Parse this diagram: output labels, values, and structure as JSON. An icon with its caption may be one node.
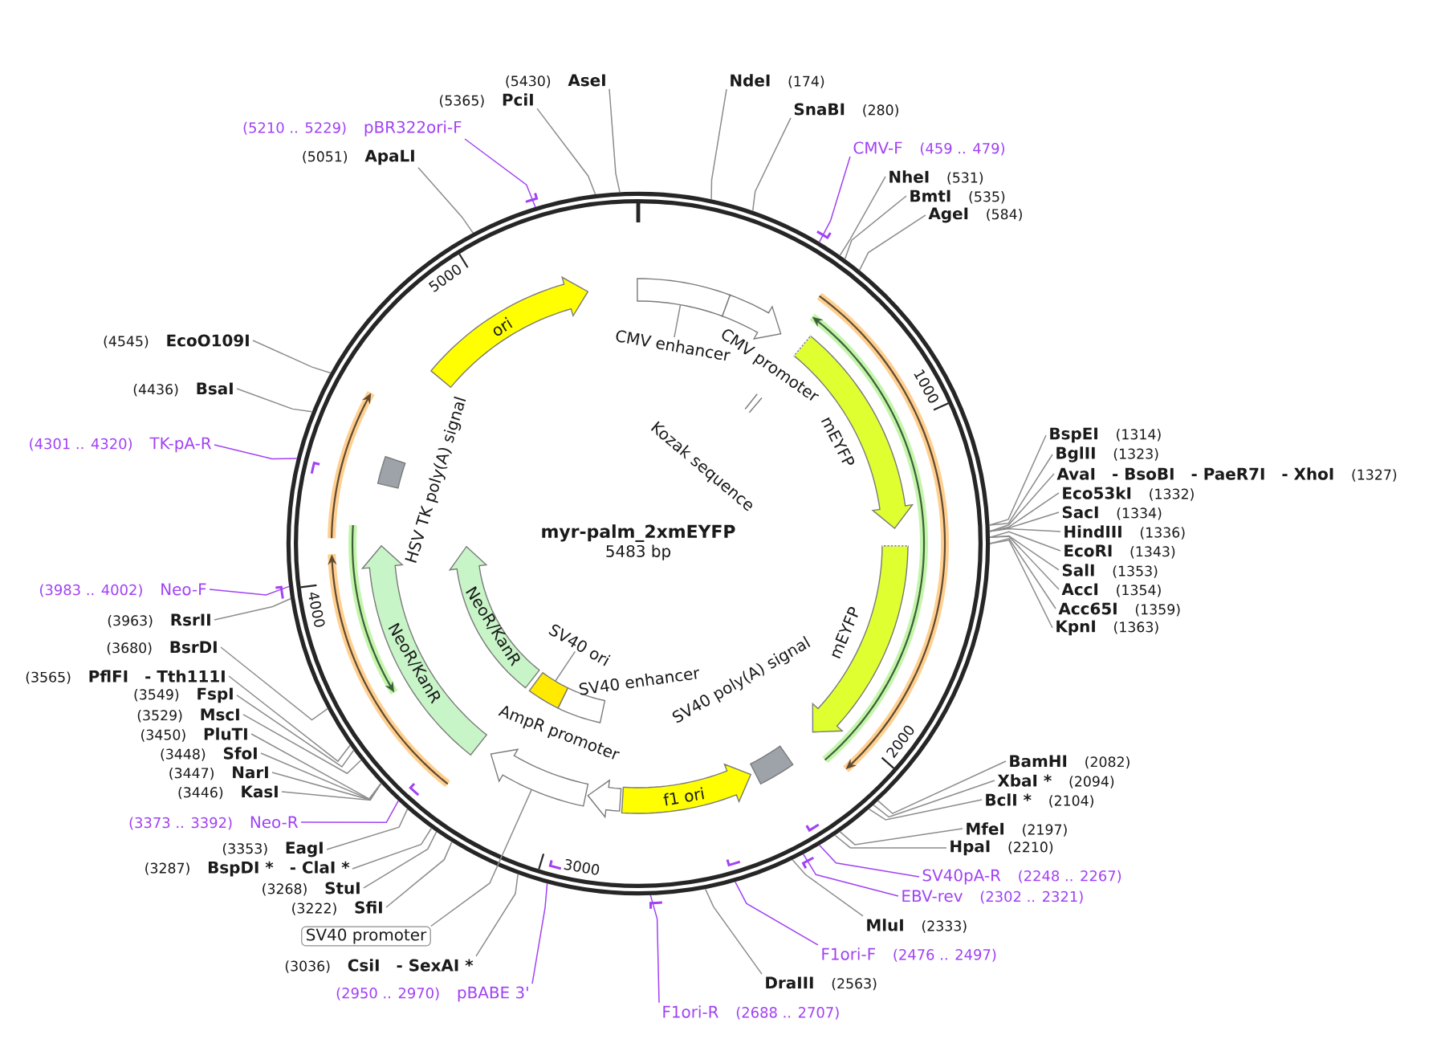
{
  "diagram": {
    "nodes": [
      {
        "text": [
          "myr-palm_2xmEYFP",
          "5483 bp"
        ]
      },
      {
        "text": [
          "CMV enhancer"
        ],
        "in": 0
      },
      {
        "text": [],
        "shape": "box",
        "in": 0
      },
      {
        "text": [
          "CMV promoter"
        ],
        "in": 0
      },
      {
        "text": [
          "Kozak sequence"
        ],
        "in": 0
      },
      {
        "text": [
          "mEYFP"
        ],
        "in": 0
      },
      {
        "text": [
          "mEYFP"
        ],
        "in": 0
      },
      {
        "text": [
          "SV40 poly(A) signal"
        ],
        "in": 0
      },
      {
        "text": [
          "f1 ori"
        ],
        "in": 0
      },
      {
        "text": [
          "AmpR promoter"
        ],
        "in": 0
      },
      {
        "text": [],
        "shape": "arrow",
        "in": 0
      },
      {
        "text": [
          "SV40 enhancer"
        ],
        "in": 0
      },
      {
        "text": [
          "SV40 ori"
        ],
        "in": 0
      },
      {
        "text": [],
        "shape": "box",
        "in": 0
      },
      {
        "text": [
          "NeoR/KanR"
        ],
        "in": 0
      },
      {
        "text": [
          "NeoR/KanR"
        ],
        "in": 0
      },
      {
        "text": [
          "HSV TK poly(A) signal"
        ],
        "in": 0
      },
      {
        "text": [
          "ori"
        ],
        "in": 0
      },
      {
        "text": [
          "NdeI"
        ],
        "beside": [
          "(174)"
        ]
      },
      {
        "text": [
          "SnaBI"
        ],
        "beside": [
          "(280)"
        ]
      },
      {
        "text": [
          "CMV-F"
        ],
        "beside": [
          "(459 .. 479)"
        ]
      },
      {
        "text": [
          "NheI"
        ],
        "beside": [
          "(531)"
        ]
      },
      {
        "text": [
          "BmtI"
        ],
        "beside": [
          "(535)"
        ]
      },
      {
        "text": [
          "AgeI"
        ],
        "beside": [
          "(584)"
        ]
      },
      {
        "text": [
          "BspEI"
        ],
        "beside": [
          "(1314)"
        ]
      },
      {
        "text": [
          "BglII"
        ],
        "beside": [
          "(1323)"
        ]
      },
      {
        "text": [
          "AvaI",
          "- BsoBI",
          "- PaeR7I",
          "- XhoI"
        ],
        "beside": [
          "(1327)"
        ]
      },
      {
        "text": [
          "Eco53kI"
        ],
        "beside": [
          "(1332)"
        ]
      },
      {
        "text": [
          "SacI"
        ],
        "beside": [
          "(1334)"
        ]
      },
      {
        "text": [
          "HindIII"
        ],
        "beside": [
          "(1336)"
        ]
      },
      {
        "text": [
          "EcoRI"
        ],
        "beside": [
          "(1343)"
        ]
      },
      {
        "text": [
          "SalI"
        ],
        "beside": [
          "(1353)"
        ]
      },
      {
        "text": [
          "AccI"
        ],
        "beside": [
          "(1354)"
        ]
      },
      {
        "text": [
          "Acc65I"
        ],
        "beside": [
          "(1359)"
        ]
      },
      {
        "text": [
          "KpnI"
        ],
        "beside": [
          "(1363)"
        ]
      },
      {
        "text": [
          "BamHI"
        ],
        "beside": [
          "(2082)"
        ]
      },
      {
        "text": [
          "XbaI *"
        ],
        "beside": [
          "(2094)"
        ]
      },
      {
        "text": [
          "BclI *"
        ],
        "beside": [
          "(2104)"
        ]
      },
      {
        "text": [
          "MfeI"
        ],
        "beside": [
          "(2197)"
        ]
      },
      {
        "text": [
          "HpaI"
        ],
        "beside": [
          "(2210)"
        ]
      },
      {
        "text": [
          "SV40pA-R"
        ],
        "beside": [
          "(2248 .. 2267)"
        ]
      },
      {
        "text": [
          "EBV-rev"
        ],
        "beside": [
          "(2302 .. 2321)"
        ]
      },
      {
        "text": [
          "MluI"
        ],
        "beside": [
          "(2333)"
        ]
      },
      {
        "text": [
          "F1ori-F"
        ],
        "beside": [
          "(2476 .. 2497)"
        ]
      },
      {
        "text": [
          "DraIII"
        ],
        "beside": [
          "(2563)"
        ]
      },
      {
        "text": [
          "F1ori-R"
        ],
        "beside": [
          "(2688 .. 2707)"
        ]
      },
      {
        "text": [
          "pBABE 3'"
        ],
        "beside": [
          "(2950 .. 2970)"
        ]
      },
      {
        "text": [
          "CsiI",
          "- SexAI *"
        ],
        "beside": [
          "(3036)"
        ]
      },
      {
        "text": [
          "SV40 promoter"
        ]
      },
      {
        "text": [
          "SfiI"
        ],
        "beside": [
          "(3222)"
        ]
      },
      {
        "text": [
          "StuI"
        ],
        "beside": [
          "(3268)"
        ]
      },
      {
        "text": [
          "BspDI *",
          "- ClaI *"
        ],
        "beside": [
          "(3287)"
        ]
      },
      {
        "text": [
          "EagI"
        ],
        "beside": [
          "(3353)"
        ]
      },
      {
        "text": [
          "Neo-R"
        ],
        "beside": [
          "(3373 .. 3392)"
        ]
      },
      {
        "text": [
          "KasI"
        ],
        "beside": [
          "(3446)"
        ]
      },
      {
        "text": [
          "NarI"
        ],
        "beside": [
          "(3447)"
        ]
      },
      {
        "text": [
          "SfoI"
        ],
        "beside": [
          "(3448)"
        ]
      },
      {
        "text": [
          "PluTI"
        ],
        "beside": [
          "(3450)"
        ]
      },
      {
        "text": [
          "MscI"
        ],
        "beside": [
          "(3529)"
        ]
      },
      {
        "text": [
          "FspI"
        ],
        "beside": [
          "(3549)"
        ]
      },
      {
        "text": [
          "PflFI",
          "- Tth111I"
        ],
        "beside": [
          "(3565)"
        ]
      },
      {
        "text": [
          "BsrDI"
        ],
        "beside": [
          "(3680)"
        ]
      },
      {
        "text": [
          "RsrII"
        ],
        "beside": [
          "(3963)"
        ]
      },
      {
        "text": [
          "Neo-F"
        ],
        "beside": [
          "(3983 .. 4002)"
        ]
      },
      {
        "text": [
          "TK-pA-R"
        ],
        "beside": [
          "(4301 .. 4320)"
        ]
      },
      {
        "text": [
          "BsaI"
        ],
        "beside": [
          "(4436)"
        ]
      },
      {
        "text": [
          "EcoO109I"
        ],
        "beside": [
          "(4545)"
        ]
      },
      {
        "text": [
          "ApaLI"
        ],
        "beside": [
          "(5051)"
        ]
      },
      {
        "text": [
          "pBR322ori-F"
        ],
        "beside": [
          "(5210 .. 5229)"
        ]
      },
      {
        "text": [
          "PciI"
        ],
        "beside": [
          "(5365)"
        ]
      },
      {
        "text": [
          "AseI"
        ],
        "beside": [
          "(5430)"
        ]
      }
    ],
    "edges": [
      {
        "from": 1,
        "to": 2,
        "arrow": "none"
      },
      {
        "from": 12,
        "to": 13,
        "arrow": "none"
      },
      {
        "from": 18,
        "to": 0,
        "arrow": "none"
      },
      {
        "from": 19,
        "to": 0,
        "arrow": "none"
      },
      {
        "from": 20,
        "to": 0,
        "arrow": "none",
        "color": "#a142f4"
      },
      {
        "from": 21,
        "to": 0,
        "arrow": "none"
      },
      {
        "from": 22,
        "to": 0,
        "arrow": "none"
      },
      {
        "from": 23,
        "to": 0,
        "arrow": "none"
      },
      {
        "from": 24,
        "to": 0,
        "arrow": "none"
      },
      {
        "from": 25,
        "to": 0,
        "arrow": "none"
      },
      {
        "from": 26,
        "to": 0,
        "arrow": "none"
      },
      {
        "from": 27,
        "to": 0,
        "arrow": "none"
      },
      {
        "from": 28,
        "to": 0,
        "arrow": "none"
      },
      {
        "from": 29,
        "to": 0,
        "arrow": "none"
      },
      {
        "from": 30,
        "to": 0,
        "arrow": "none"
      },
      {
        "from": 31,
        "to": 0,
        "arrow": "none"
      },
      {
        "from": 32,
        "to": 0,
        "arrow": "none"
      },
      {
        "from": 33,
        "to": 0,
        "arrow": "none"
      },
      {
        "from": 34,
        "to": 0,
        "arrow": "none"
      },
      {
        "from": 35,
        "to": 0,
        "arrow": "none"
      },
      {
        "from": 36,
        "to": 0,
        "arrow": "none"
      },
      {
        "from": 37,
        "to": 0,
        "arrow": "none"
      },
      {
        "from": 38,
        "to": 0,
        "arrow": "none"
      },
      {
        "from": 39,
        "to": 0,
        "arrow": "none"
      },
      {
        "from": 40,
        "to": 0,
        "arrow": "none",
        "color": "#a142f4"
      },
      {
        "from": 41,
        "to": 0,
        "arrow": "none",
        "color": "#a142f4"
      },
      {
        "from": 42,
        "to": 0,
        "arrow": "none"
      },
      {
        "from": 43,
        "to": 0,
        "arrow": "none",
        "color": "#a142f4"
      },
      {
        "from": 44,
        "to": 0,
        "arrow": "none"
      },
      {
        "from": 45,
        "to": 0,
        "arrow": "none",
        "color": "#a142f4"
      },
      {
        "from": 46,
        "to": 0,
        "arrow": "none",
        "color": "#a142f4"
      },
      {
        "from": 47,
        "to": 0,
        "arrow": "none"
      },
      {
        "from": 49,
        "to": 0,
        "arrow": "none"
      },
      {
        "from": 50,
        "to": 0,
        "arrow": "none"
      },
      {
        "from": 51,
        "to": 0,
        "arrow": "none"
      },
      {
        "from": 52,
        "to": 0,
        "arrow": "none"
      },
      {
        "from": 53,
        "to": 0,
        "arrow": "none",
        "color": "#a142f4"
      },
      {
        "from": 54,
        "to": 0,
        "arrow": "none"
      },
      {
        "from": 55,
        "to": 0,
        "arrow": "none"
      },
      {
        "from": 56,
        "to": 0,
        "arrow": "none"
      },
      {
        "from": 57,
        "to": 0,
        "arrow": "none"
      },
      {
        "from": 58,
        "to": 0,
        "arrow": "none"
      },
      {
        "from": 59,
        "to": 0,
        "arrow": "none"
      },
      {
        "from": 60,
        "to": 0,
        "arrow": "none"
      },
      {
        "from": 61,
        "to": 0,
        "arrow": "none"
      },
      {
        "from": 62,
        "to": 0,
        "arrow": "none"
      },
      {
        "from": 63,
        "to": 0,
        "arrow": "none",
        "color": "#a142f4"
      },
      {
        "from": 64,
        "to": 0,
        "arrow": "none",
        "color": "#a142f4"
      },
      {
        "from": 65,
        "to": 0,
        "arrow": "none"
      },
      {
        "from": 66,
        "to": 0,
        "arrow": "none"
      },
      {
        "from": 67,
        "to": 0,
        "arrow": "none"
      },
      {
        "from": 68,
        "to": 0,
        "arrow": "none",
        "color": "#a142f4"
      },
      {
        "from": 69,
        "to": 0,
        "arrow": "none"
      },
      {
        "from": 70,
        "to": 0,
        "arrow": "none"
      },
      {
        "from": 48,
        "to": 10,
        "arrow": "none"
      }
    ],
    "labels": [
      "1000",
      "2000",
      "3000",
      "4000",
      "5000"
    ]
  }
}
